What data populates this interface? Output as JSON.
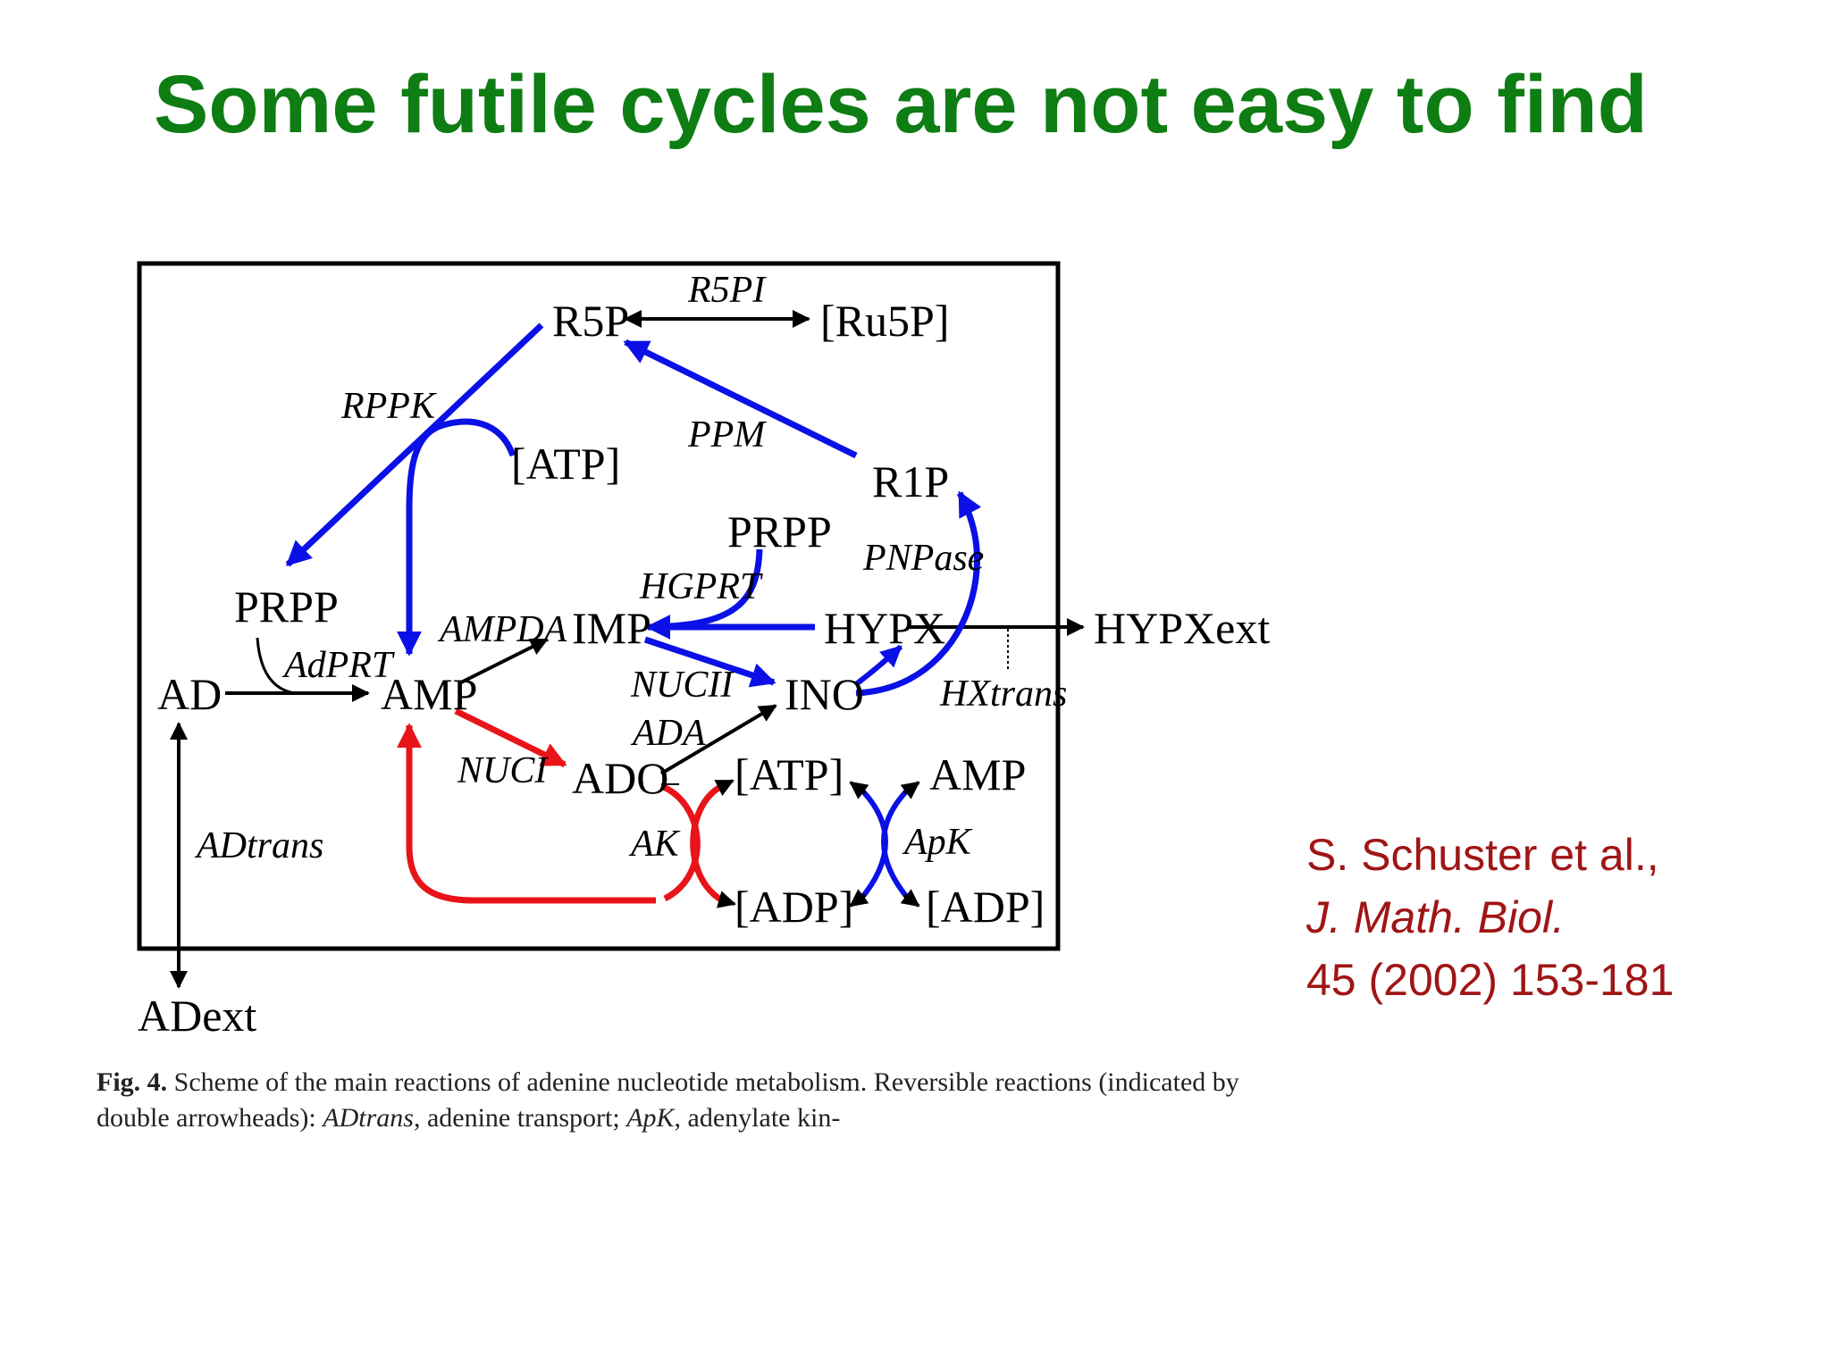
{
  "title": "Some futile cycles are not easy to find",
  "diagram": {
    "nodes": {
      "r5p": "R5P",
      "ru5p": "[Ru5P]",
      "atp_top": "[ATP]",
      "r1p": "R1P",
      "prpp_mid": "PRPP",
      "prpp_left": "PRPP",
      "imp": "IMP",
      "hypx": "HYPX",
      "hypxext": "HYPXext",
      "ad": "AD",
      "amp": "AMP",
      "ino": "INO",
      "ado": "ADO",
      "atp_bottom": "[ATP]",
      "amp_right": "AMP",
      "adp_left": "[ADP]",
      "adp_right": "[ADP]",
      "adext": "ADext"
    },
    "enzymes": {
      "r5pi": "R5PI",
      "rppk": "RPPK",
      "ppm": "PPM",
      "hgprt": "HGPRT",
      "pnpase": "PNPase",
      "ampda": "AMPDA",
      "adprt": "AdPRT",
      "nucii": "NUCII",
      "ada": "ADA",
      "hxtrans": "HXtrans",
      "nuci": "NUCI",
      "adtrans": "ADtrans",
      "ak": "AK",
      "apk": "ApK"
    },
    "colors": {
      "cycle_blue": "#0a10e6",
      "cycle_red": "#e8141a",
      "plain": "#000000"
    }
  },
  "caption": {
    "label": "Fig. 4.",
    "text": "Scheme of the main reactions of adenine nucleotide metabolism. Reversible reactions (indicated by double arrowheads): ",
    "term1": "ADtrans",
    "text2": ", adenine transport; ",
    "term2": "ApK",
    "text3": ", adenylate kin-"
  },
  "reference": {
    "authors": "S. Schuster et al.,",
    "journal": "J. Math. Biol.",
    "volume": "45 (2002) 153-181"
  }
}
